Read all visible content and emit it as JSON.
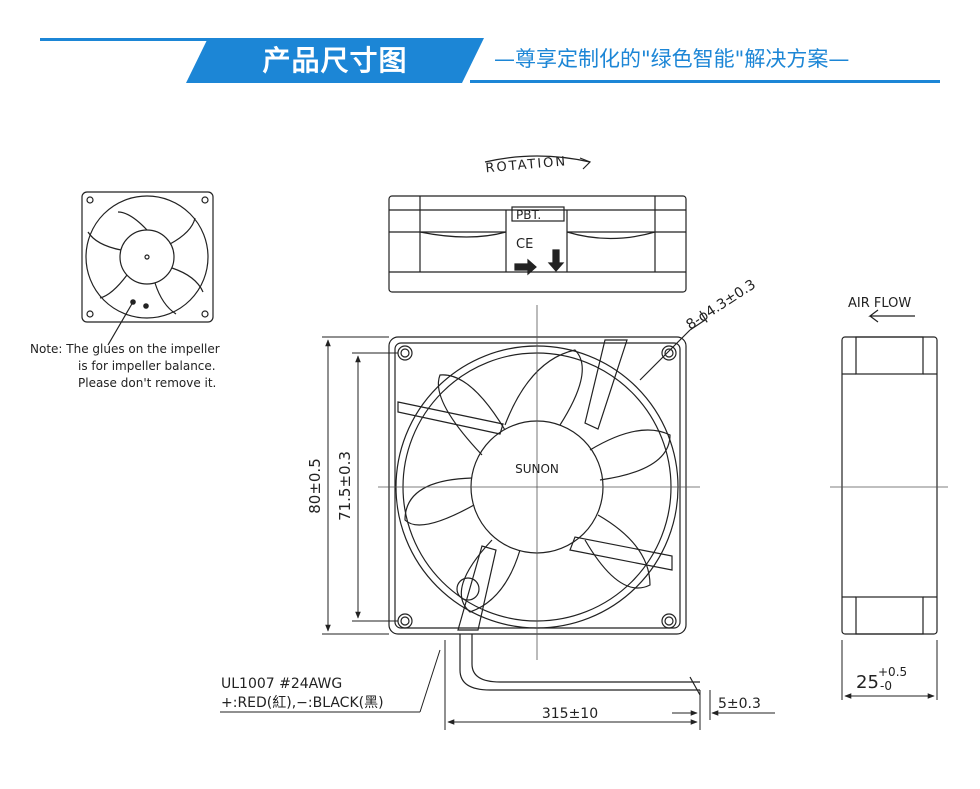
{
  "header": {
    "title": "产品尺寸图",
    "subtitle": "—尊享定制化的\"绿色智能\"解决方案—",
    "accent_color": "#1c86d6"
  },
  "diagram": {
    "rotation_label": "ROTATION",
    "pbt_label": "PBT.",
    "ce_label": "CE",
    "hole_dim": "8-ϕ4.3±0.3",
    "air_flow_label": "AIR FLOW",
    "brand": "SUNON",
    "dim_outer": "80±0.5",
    "dim_hole_pitch": "71.5±0.3",
    "dim_thickness_base": "25",
    "dim_thickness_plus": "+0.5",
    "dim_thickness_minus": "-0",
    "dim_lead_length": "315±10",
    "dim_strip": "5±0.3",
    "wire_spec_line1": "UL1007  #24AWG",
    "wire_spec_line2": "+:RED(紅),−:BLACK(黑)",
    "note_line1": "Note:  The glues on the impeller",
    "note_line2": "is for impeller balance.",
    "note_line3": "Please don't remove it."
  }
}
